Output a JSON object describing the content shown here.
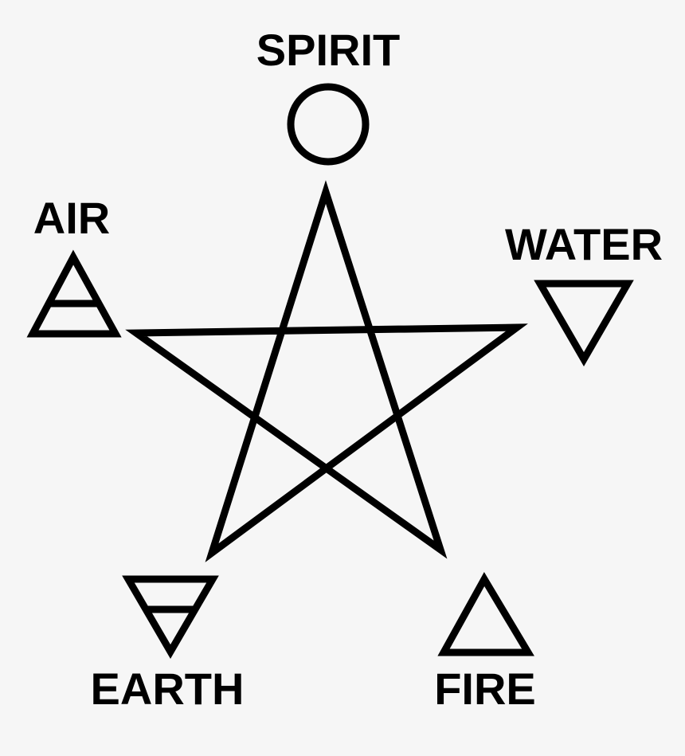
{
  "labels": {
    "spirit": "SPIRIT",
    "air": "AIR",
    "water": "WATER",
    "earth": "EARTH",
    "fire": "FIRE"
  },
  "colors": {
    "background": "#f6f6f6",
    "ink": "#000000"
  },
  "icons": {
    "center": "pentagram-icon",
    "spirit": "circle-icon",
    "air": "upward-triangle-with-bar-icon",
    "water": "downward-triangle-icon",
    "earth": "downward-triangle-with-bar-icon",
    "fire": "upward-triangle-icon"
  }
}
